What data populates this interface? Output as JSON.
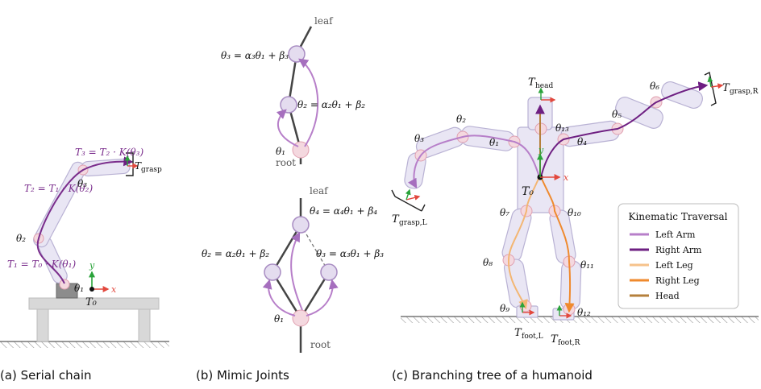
{
  "panel_a": {
    "caption": "(a) Serial chain",
    "t3": "T₃ = T₂ · K(θ₃)",
    "t2": "T₂ = T₁ · K(θ₂)",
    "t1": "T₁ = T₀ · K(θ₁)",
    "theta3": "θ₃",
    "theta2": "θ₂",
    "theta1": "θ₁",
    "t0": "T₀",
    "tgrasp": "T",
    "tgrasp_sub": "grasp",
    "x": "x",
    "y": "y"
  },
  "panel_b": {
    "caption": "(b) Mimic Joints",
    "top": {
      "leaf": "leaf",
      "root": "root",
      "theta3_eq": "θ₃ = α₃θ₁ + β₃",
      "theta2_eq": "θ₂ = α₂θ₁ + β₂",
      "theta1": "θ₁"
    },
    "bottom": {
      "leaf": "leaf",
      "root": "root",
      "theta4_eq": "θ₄ = α₄θ₁ + β₄",
      "theta2_eq": "θ₂ = α₂θ₁ + β₂",
      "theta3_eq": "θ₃ = α₃θ₁ + β₃",
      "theta1": "θ₁"
    }
  },
  "panel_c": {
    "caption": "(c) Branching tree of a humanoid",
    "thead": "T",
    "thead_sub": "head",
    "tgrasp_l": "T",
    "tgrasp_l_sub": "grasp,L",
    "tgrasp_r": "T",
    "tgrasp_r_sub": "grasp,R",
    "tfoot_l": "T",
    "tfoot_l_sub": "foot,L",
    "tfoot_r": "T",
    "tfoot_r_sub": "foot,R",
    "t0": "T₀",
    "x": "x",
    "y": "y",
    "joints": {
      "j1": "θ₁",
      "j2": "θ₂",
      "j3": "θ₃",
      "j4": "θ₄",
      "j5": "θ₅",
      "j6": "θ₆",
      "j7": "θ₇",
      "j8": "θ₈",
      "j9": "θ₉",
      "j10": "θ₁₀",
      "j11": "θ₁₁",
      "j12": "θ₁₂",
      "j13": "θ₁₃"
    },
    "legend": {
      "title": "Kinematic Traversal",
      "items": [
        {
          "label": "Left Arm",
          "color": "#b77fc9"
        },
        {
          "label": "Right Arm",
          "color": "#6e1f82"
        },
        {
          "label": "Left Leg",
          "color": "#f6c28b"
        },
        {
          "label": "Right Leg",
          "color": "#ef8a2e"
        },
        {
          "label": "Head",
          "color": "#b5803c"
        }
      ]
    }
  }
}
